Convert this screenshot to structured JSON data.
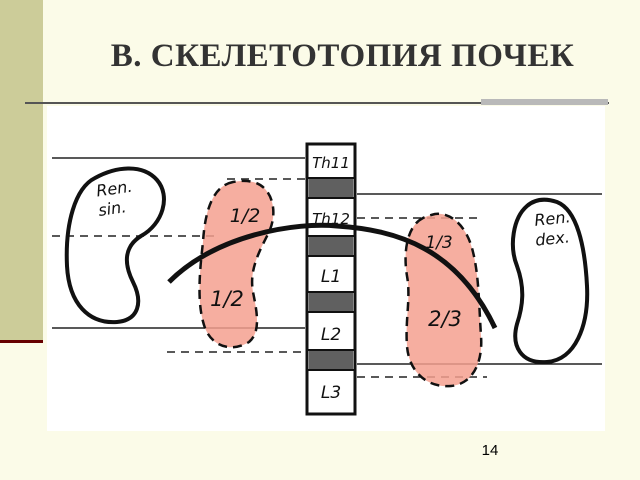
{
  "slide": {
    "title": "В. СКЕЛЕТОТОПИЯ ПОЧЕК",
    "page_number": "14"
  },
  "diagram": {
    "left_label_line1": "Ren.",
    "left_label_line2": "sin.",
    "right_label_line1": "Ren.",
    "right_label_line2": "dex.",
    "vertebrae": [
      "Th11",
      "Th12",
      "L1",
      "L2",
      "L3"
    ],
    "left_kidney_upper_fraction": "1/2",
    "left_kidney_lower_fraction": "1/2",
    "right_kidney_upper_fraction": "1/3",
    "right_kidney_lower_fraction": "2/3",
    "colors": {
      "kidney_fill": "#f4a08f",
      "outline": "#111111",
      "background_panel": "#cccc99",
      "accent_line": "#660000"
    }
  }
}
